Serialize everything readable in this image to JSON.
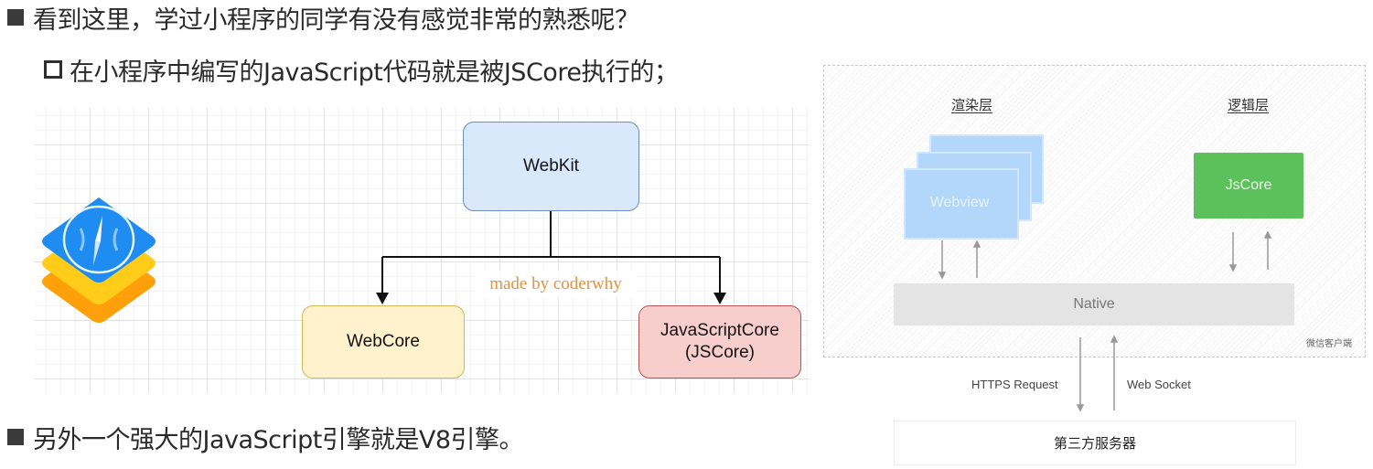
{
  "bullets": {
    "line1": "看到这里，学过小程序的同学有没有感觉非常的熟悉呢？",
    "line2": "在小程序中编写的JavaScript代码就是被JSCore执行的；",
    "line3": "另外一个强大的JavaScript引擎就是V8引擎。"
  },
  "webkit_diagram": {
    "root": "WebKit",
    "left_child": "WebCore",
    "right_child_line1": "JavaScriptCore",
    "right_child_line2": "(JSCore)",
    "watermark": "made by coderwhy",
    "colors": {
      "root_fill": "#dae8fc",
      "root_stroke": "#6c8ebf",
      "left_fill": "#fff2cc",
      "left_stroke": "#d6b656",
      "right_fill": "#f8cecc",
      "right_stroke": "#b85450",
      "watermark": "#e8913a"
    }
  },
  "miniprogram_diagram": {
    "render_layer_title": "渲染层",
    "logic_layer_title": "逻辑层",
    "webview_label": "Webview",
    "jscore_label": "JsCore",
    "native_label": "Native",
    "client_label": "微信客户端",
    "https_label": "HTTPS Request",
    "websocket_label": "Web Socket",
    "server_label": "第三方服务器",
    "colors": {
      "webview": "#b3d7fb",
      "jscore": "#5cc05b",
      "native": "#e4e4e4"
    }
  }
}
